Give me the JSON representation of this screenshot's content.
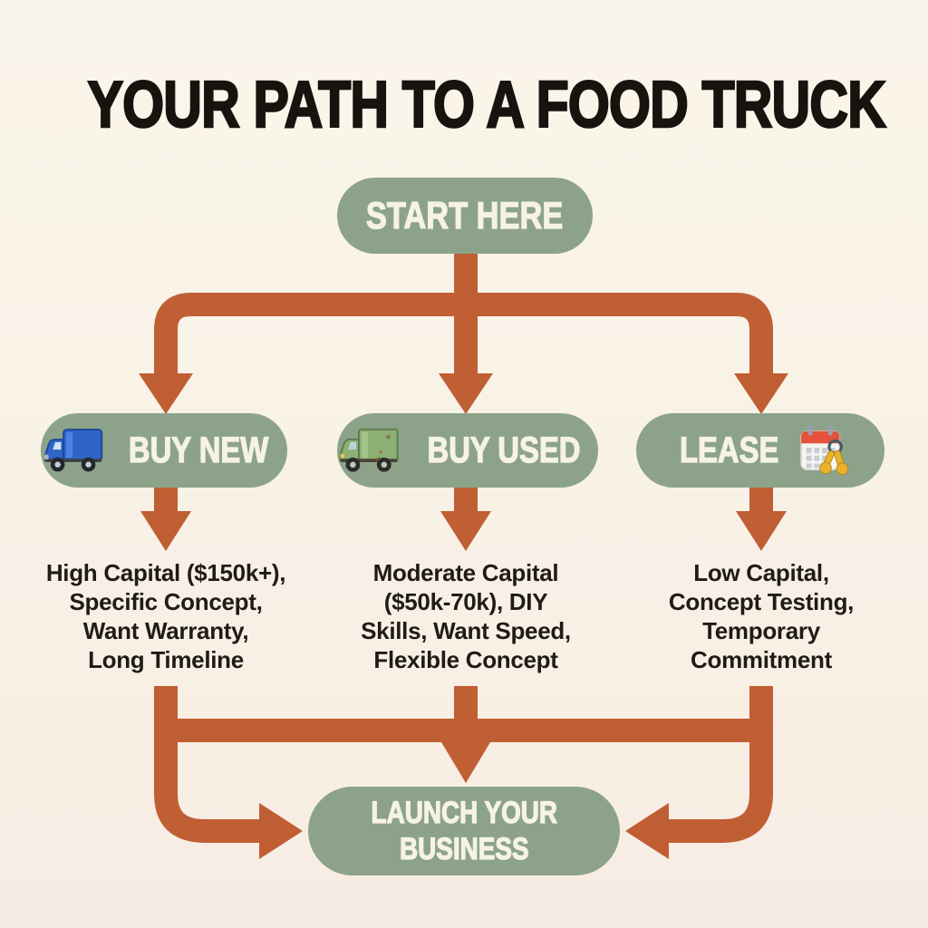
{
  "title": "YOUR PATH TO A FOOD TRUCK",
  "flow": {
    "start_label": "START HERE",
    "branches": [
      {
        "label": "BUY NEW",
        "icon": "blue-truck",
        "criteria": "High Capital ($150k+),\nSpecific Concept,\nWant Warranty,\nLong Timeline"
      },
      {
        "label": "BUY USED",
        "icon": "green-truck",
        "criteria": "Moderate Capital\n($50k-70k), DIY\nSkills, Want Speed,\nFlexible Concept"
      },
      {
        "label": "LEASE",
        "icon": "calendar-with-keys",
        "criteria": "Low Capital,\nConcept Testing,\nTemporary\nCommitment"
      }
    ],
    "end_label": "LAUNCH YOUR\nBUSINESS"
  },
  "colors": {
    "background_top": "#faf5ea",
    "background_bottom": "#f7ece3",
    "node_green": "#8ca389",
    "arrow_orange": "#c05e34",
    "title_text": "#17130f",
    "node_text": "#f6f2e5",
    "body_text": "#201b16"
  }
}
